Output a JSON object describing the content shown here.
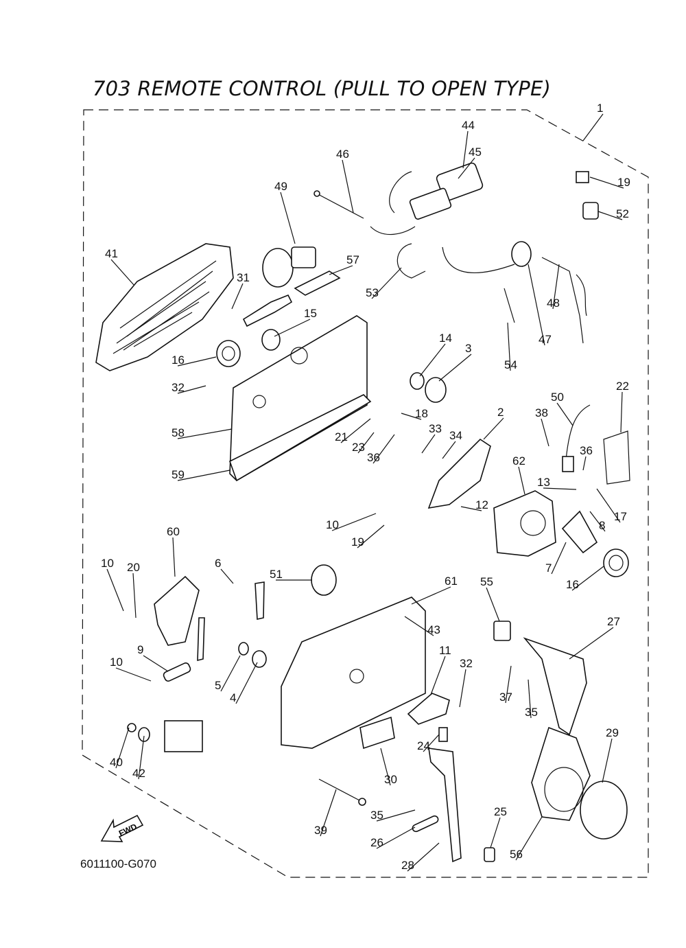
{
  "title": "703 REMOTE CONTROL (PULL TO OPEN TYPE)",
  "diagram_code": "6011100-G070",
  "fwd_label": "FWD",
  "callouts": [
    "1",
    "2",
    "3",
    "4",
    "5",
    "6",
    "7",
    "8",
    "9",
    "10",
    "10",
    "10",
    "11",
    "12",
    "13",
    "14",
    "15",
    "16",
    "16",
    "17",
    "18",
    "19",
    "19",
    "20",
    "21",
    "22",
    "23",
    "24",
    "25",
    "26",
    "27",
    "28",
    "29",
    "30",
    "31",
    "32",
    "32",
    "33",
    "34",
    "35",
    "35",
    "36",
    "36",
    "37",
    "38",
    "39",
    "40",
    "41",
    "42",
    "43",
    "44",
    "45",
    "46",
    "47",
    "48",
    "49",
    "50",
    "51",
    "52",
    "53",
    "54",
    "55",
    "56",
    "57",
    "58",
    "59",
    "60",
    "61",
    "62"
  ]
}
